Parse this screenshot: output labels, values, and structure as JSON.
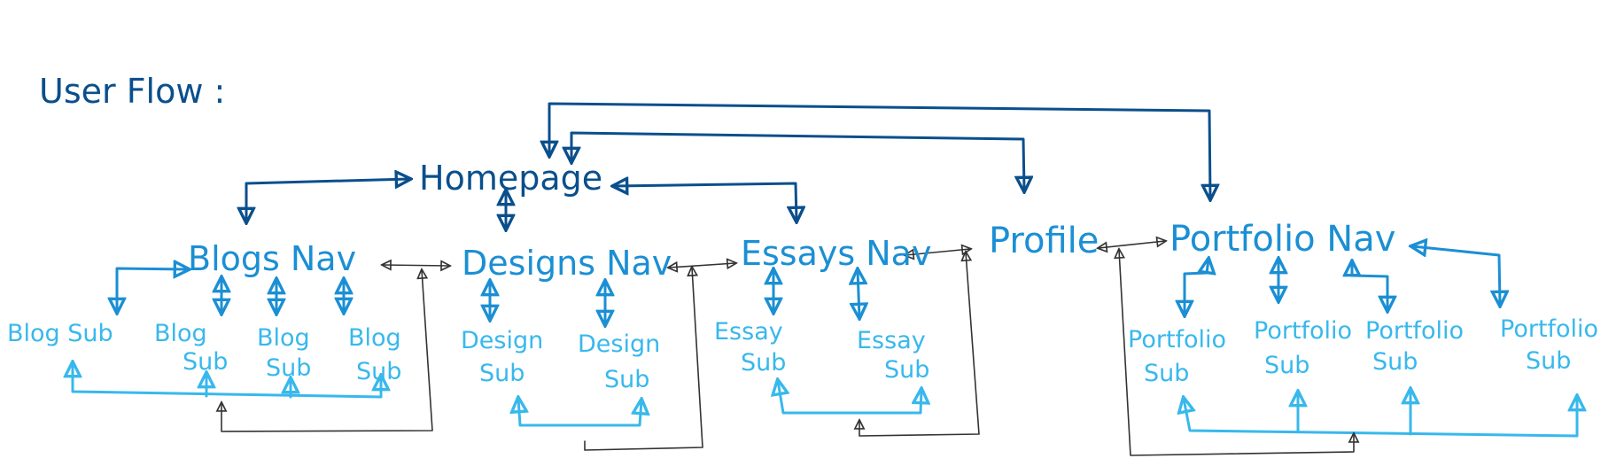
{
  "title": "User Flow :",
  "colors": {
    "dark_blue": "#0a4f8c",
    "mid_blue": "#1b8fd4",
    "light_blue": "#38b8ec",
    "black": "#333333"
  },
  "nodes": {
    "homepage": "Homepage",
    "profile": "Profile",
    "blogs_nav": "Blogs Nav",
    "designs_nav": "Designs Nav",
    "essays_nav": "Essays Nav",
    "portfolio_nav": "Portfolio Nav",
    "blog_sub_1": "Blog Sub",
    "blog_sub_2": [
      "Blog",
      "Sub"
    ],
    "blog_sub_3": [
      "Blog",
      "Sub"
    ],
    "blog_sub_4": [
      "Blog",
      "Sub"
    ],
    "design_sub_1": [
      "Design",
      "Sub"
    ],
    "design_sub_2": [
      "Design",
      "Sub"
    ],
    "essay_sub_1": [
      "Essay",
      "Sub"
    ],
    "essay_sub_2": [
      "Essay",
      "Sub"
    ],
    "portfolio_sub_1": [
      "Portfolio",
      "Sub"
    ],
    "portfolio_sub_2": [
      "Portfolio",
      "Sub"
    ],
    "portfolio_sub_3": [
      "Portfolio",
      "Sub"
    ],
    "portfolio_sub_4": [
      "Portfolio",
      "Sub"
    ]
  }
}
